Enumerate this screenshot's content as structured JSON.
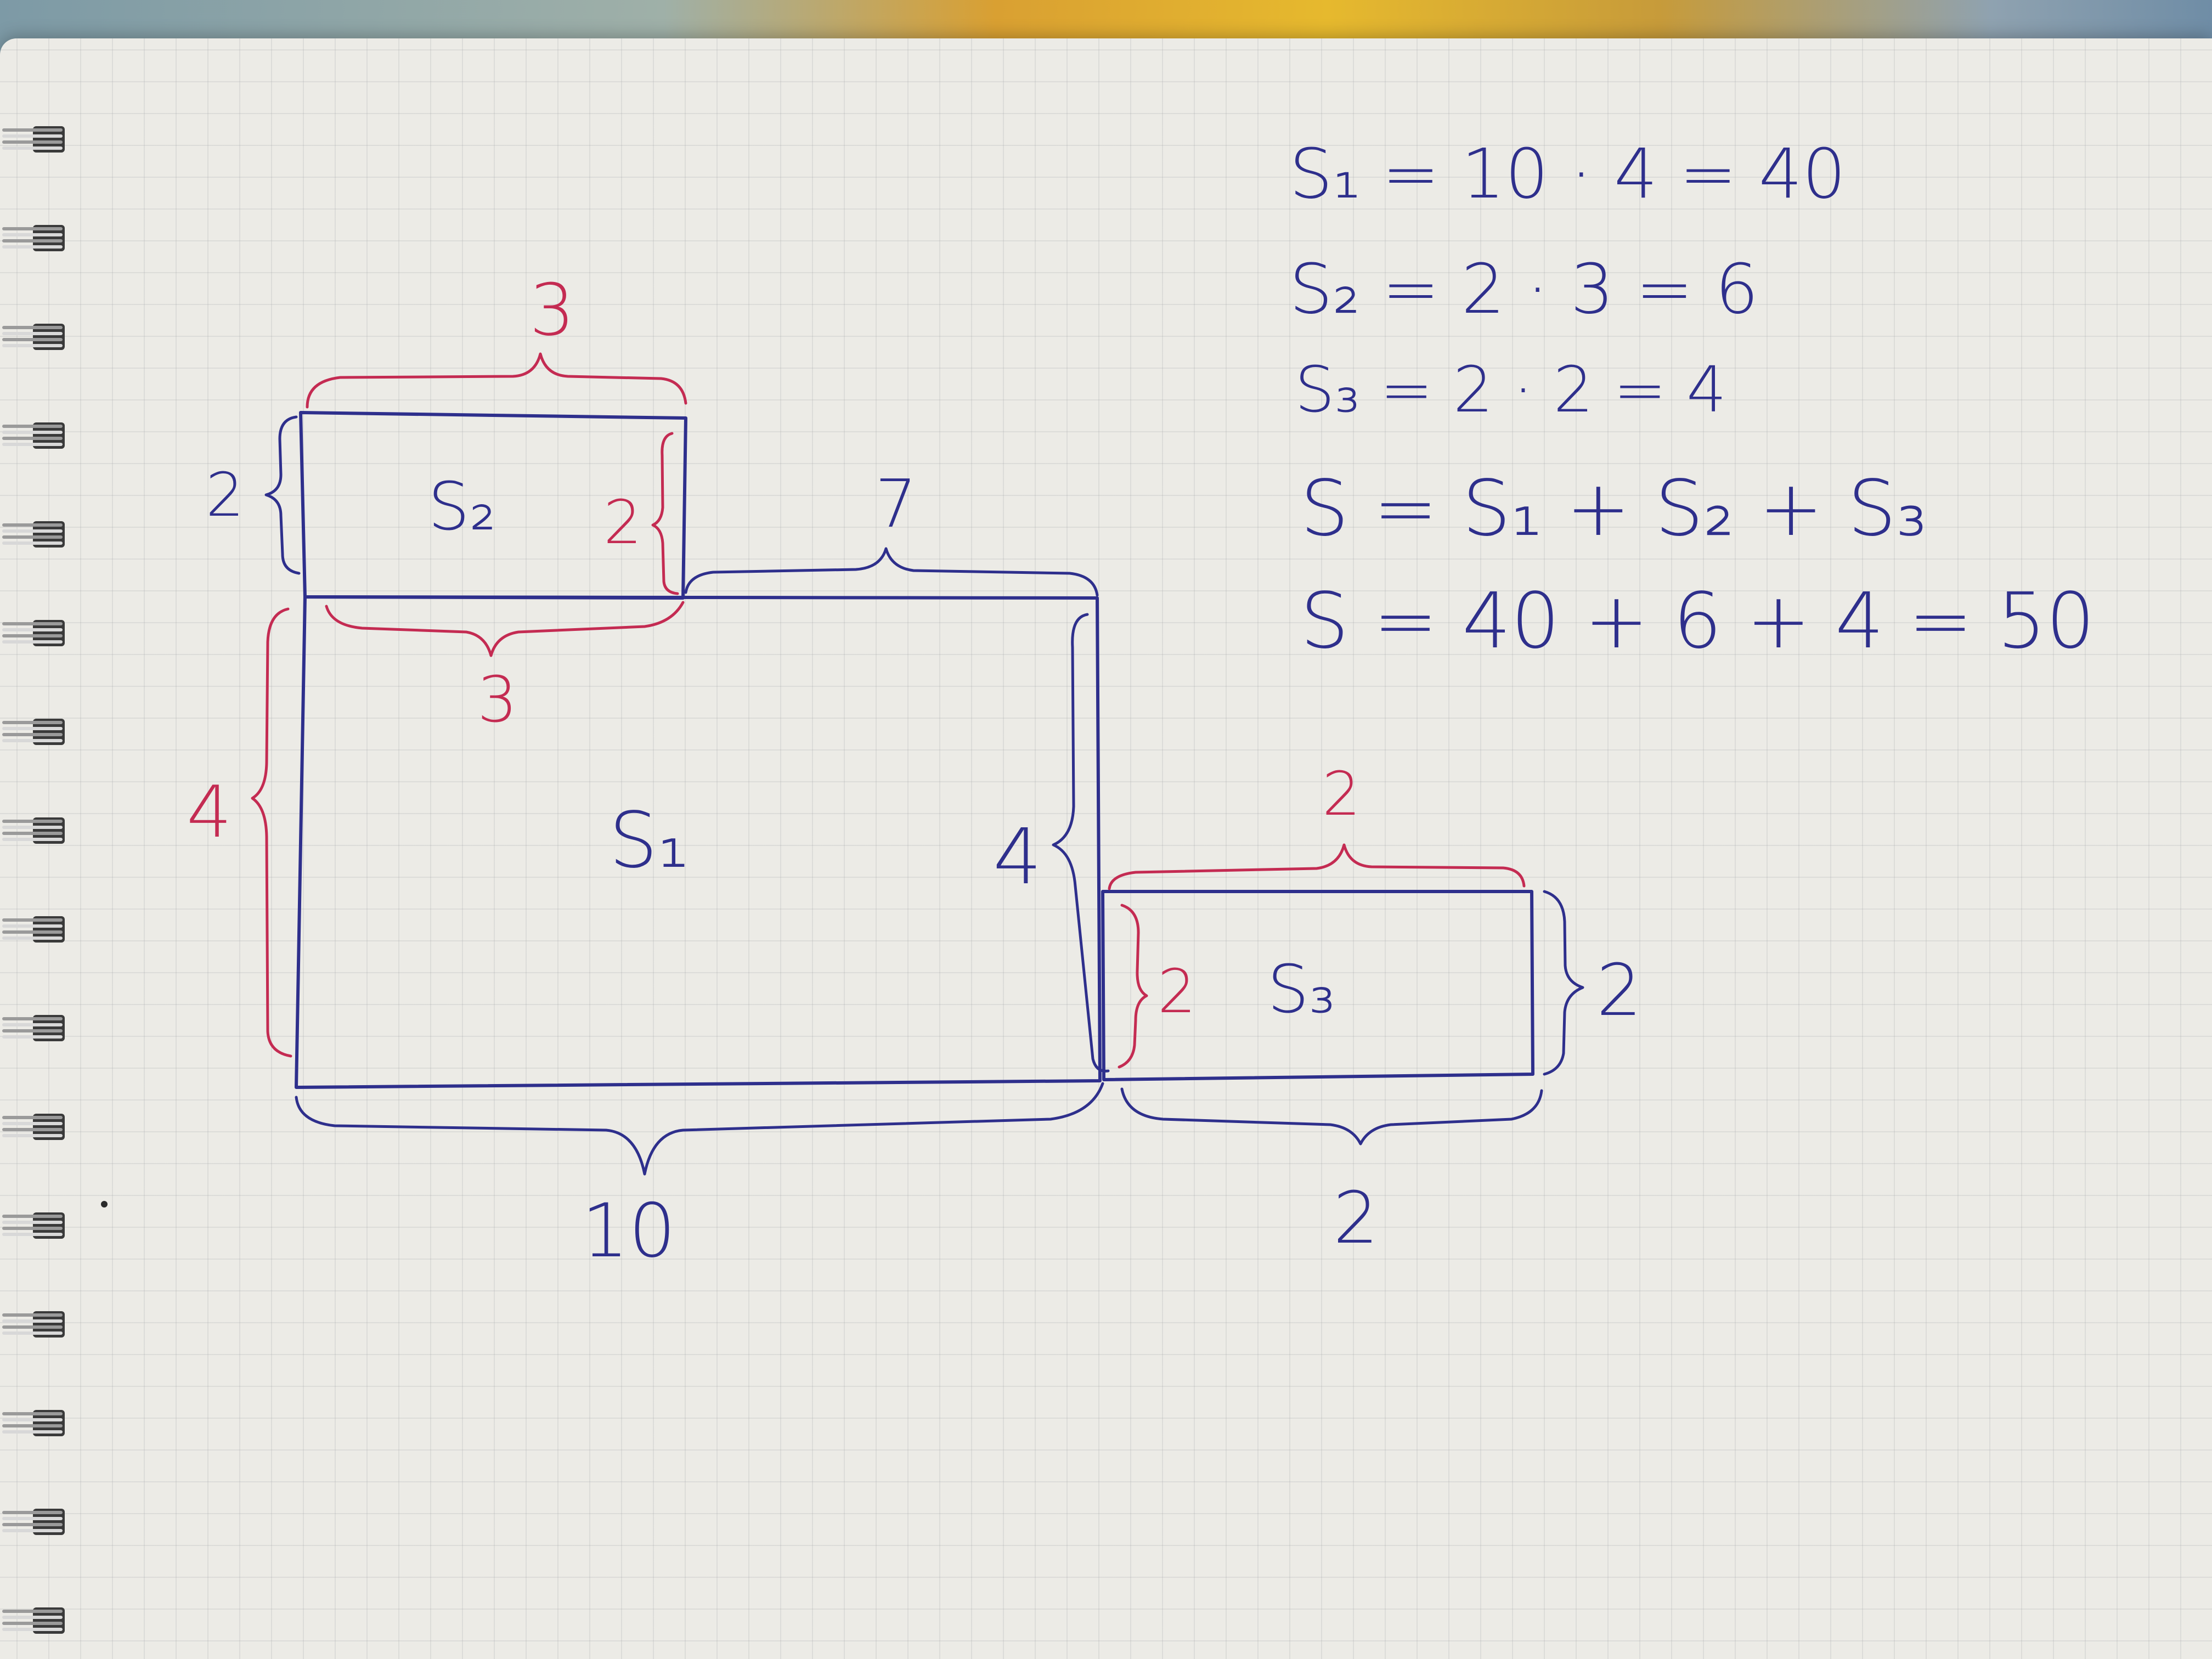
{
  "colors": {
    "blue_ink": "#2e2f8c",
    "red_ink": "#c42b52",
    "paper": "#ecebe6"
  },
  "labels": {
    "s2_top_width": "3",
    "s2_left_height": "2",
    "s2_name": "S₂",
    "s2_right_height": "2",
    "s1_top_right_width": "7",
    "s2_bottom_width": "3",
    "s1_left_height": "4",
    "s1_name": "S₁",
    "s1_right_height": "4",
    "s3_top_width": "2",
    "s3_left_height": "2",
    "s3_name": "S₃",
    "s3_right_height": "2",
    "s1_bottom_width": "10",
    "s3_bottom_width": "2"
  },
  "equations": [
    "S₁ = 10 · 4 = 40",
    "S₂ = 2 · 3 = 6",
    "S₃ = 2 · 2 = 4",
    "S = S₁ + S₂ + S₃",
    "S = 40 + 6 + 4 = 50"
  ]
}
